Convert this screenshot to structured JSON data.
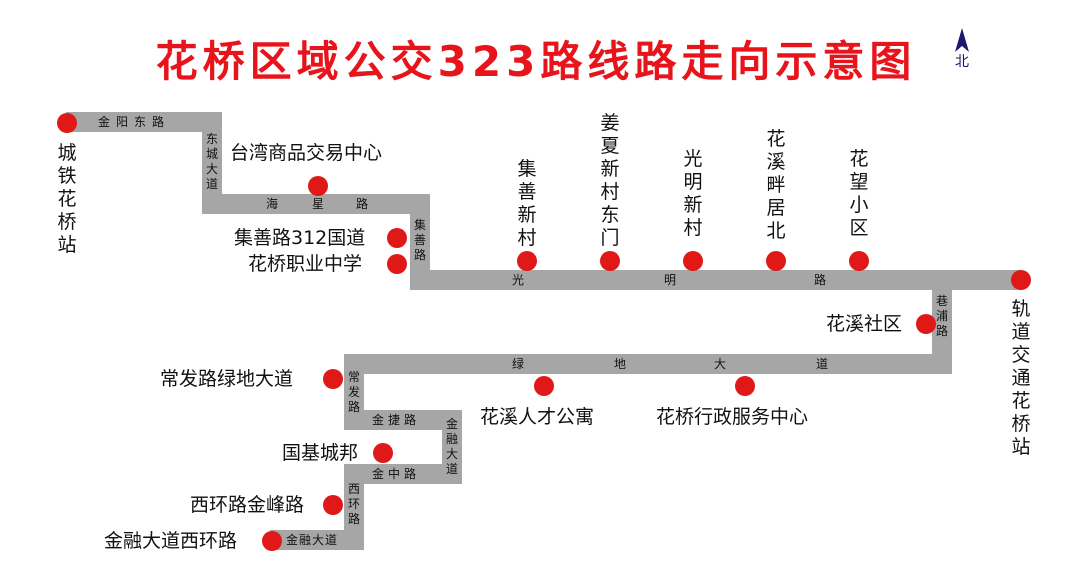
{
  "title": "花桥区域公交323路线路走向示意图",
  "north_label": "北",
  "roads": {
    "jinyang_east": "金阳东路",
    "dongcheng": "东城大道",
    "haixing": [
      "海",
      "星",
      "路"
    ],
    "jishan": "集善路",
    "guangming": [
      "光",
      "明",
      "路"
    ],
    "xiangpu": "巷浦路",
    "lvdi": [
      "绿",
      "地",
      "大",
      "道"
    ],
    "changfa": "常发路",
    "jinjie": "金捷路",
    "jinrong_avenue": "金融大道",
    "jinzhong": "金中路",
    "xihuan": "西环路",
    "jinrong_bottom": "金融大道"
  },
  "stops": {
    "chengtie": "城铁花桥站",
    "taiwan": "台湾商品交易中心",
    "jishan_312": "集善路312国道",
    "huaqiao_school": "花桥职业中学",
    "jishan_xincun": "集善新村",
    "jiangxia": "姜夏新村东门",
    "guangming_xincun": "光明新村",
    "huaxi_panju": "花溪畔居北",
    "huawang": "花望小区",
    "guidao": "轨道交通花桥站",
    "huaxi_shequ": "花溪社区",
    "changfa_lvdi": "常发路绿地大道",
    "huaxi_rencai": "花溪人才公寓",
    "admin_center": "花桥行政服务中心",
    "guoji": "国基城邦",
    "xihuan_jinfeng": "西环路金峰路",
    "jinrong_xihuan": "金融大道西环路"
  }
}
